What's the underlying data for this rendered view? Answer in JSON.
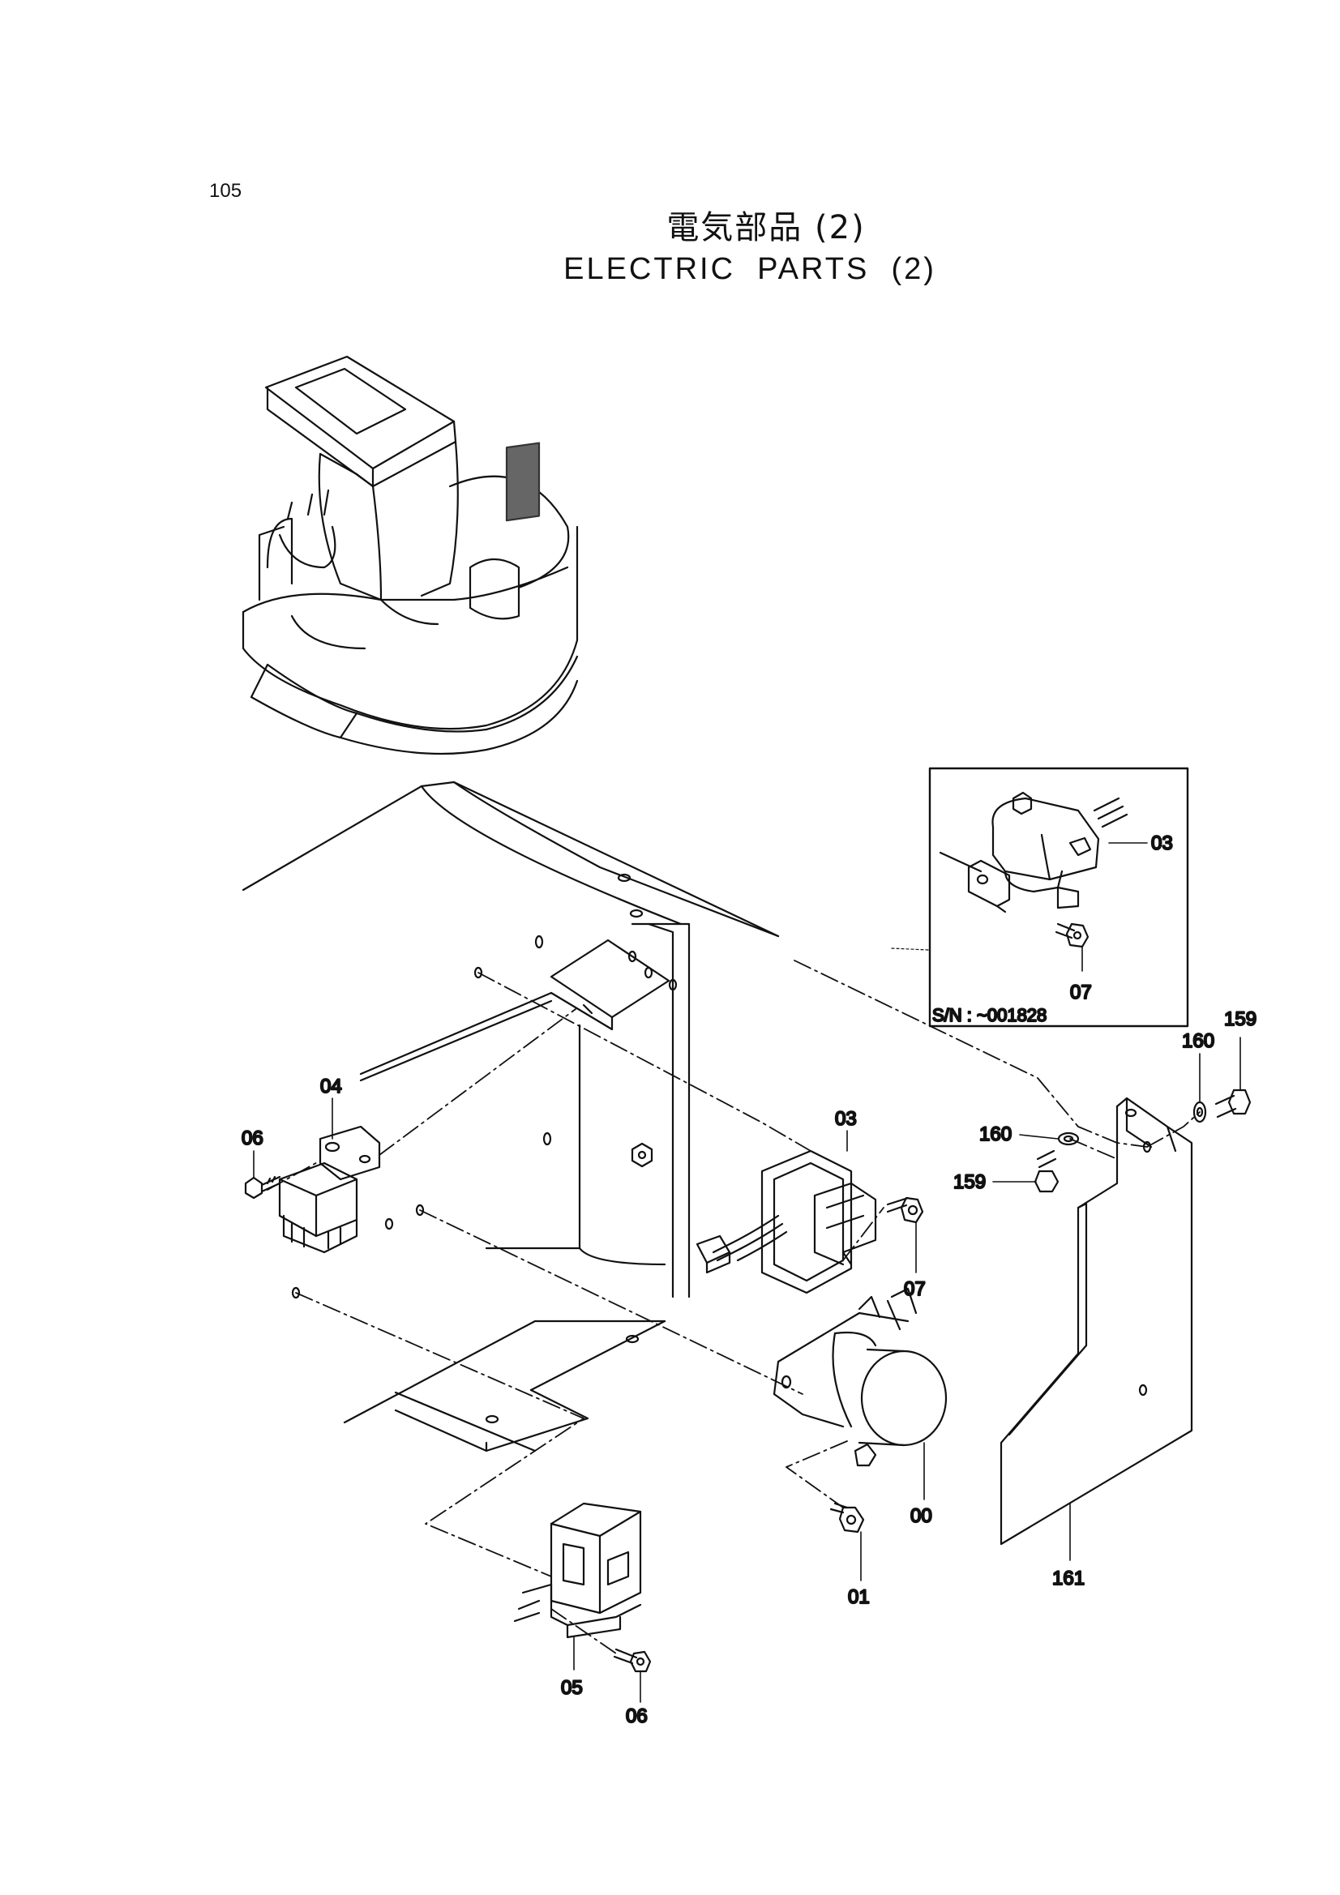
{
  "page": {
    "number": "105",
    "title_ja": "電気部品 (2)",
    "title_en": "ELECTRIC  PARTS  (2)"
  },
  "inset": {
    "serial_note": "S/N : ~001828",
    "callouts": [
      {
        "id": "inset-03",
        "label": "03"
      },
      {
        "id": "inset-07",
        "label": "07"
      }
    ]
  },
  "callouts": [
    {
      "id": "c-159-top",
      "label": "159"
    },
    {
      "id": "c-160-top",
      "label": "160"
    },
    {
      "id": "c-160-mid",
      "label": "160"
    },
    {
      "id": "c-159-mid",
      "label": "159"
    },
    {
      "id": "c-04",
      "label": "04"
    },
    {
      "id": "c-06-left",
      "label": "06"
    },
    {
      "id": "c-03",
      "label": "03"
    },
    {
      "id": "c-07",
      "label": "07"
    },
    {
      "id": "c-00",
      "label": "00"
    },
    {
      "id": "c-01",
      "label": "01"
    },
    {
      "id": "c-161",
      "label": "161"
    },
    {
      "id": "c-05",
      "label": "05"
    },
    {
      "id": "c-06-bottom",
      "label": "06"
    }
  ]
}
